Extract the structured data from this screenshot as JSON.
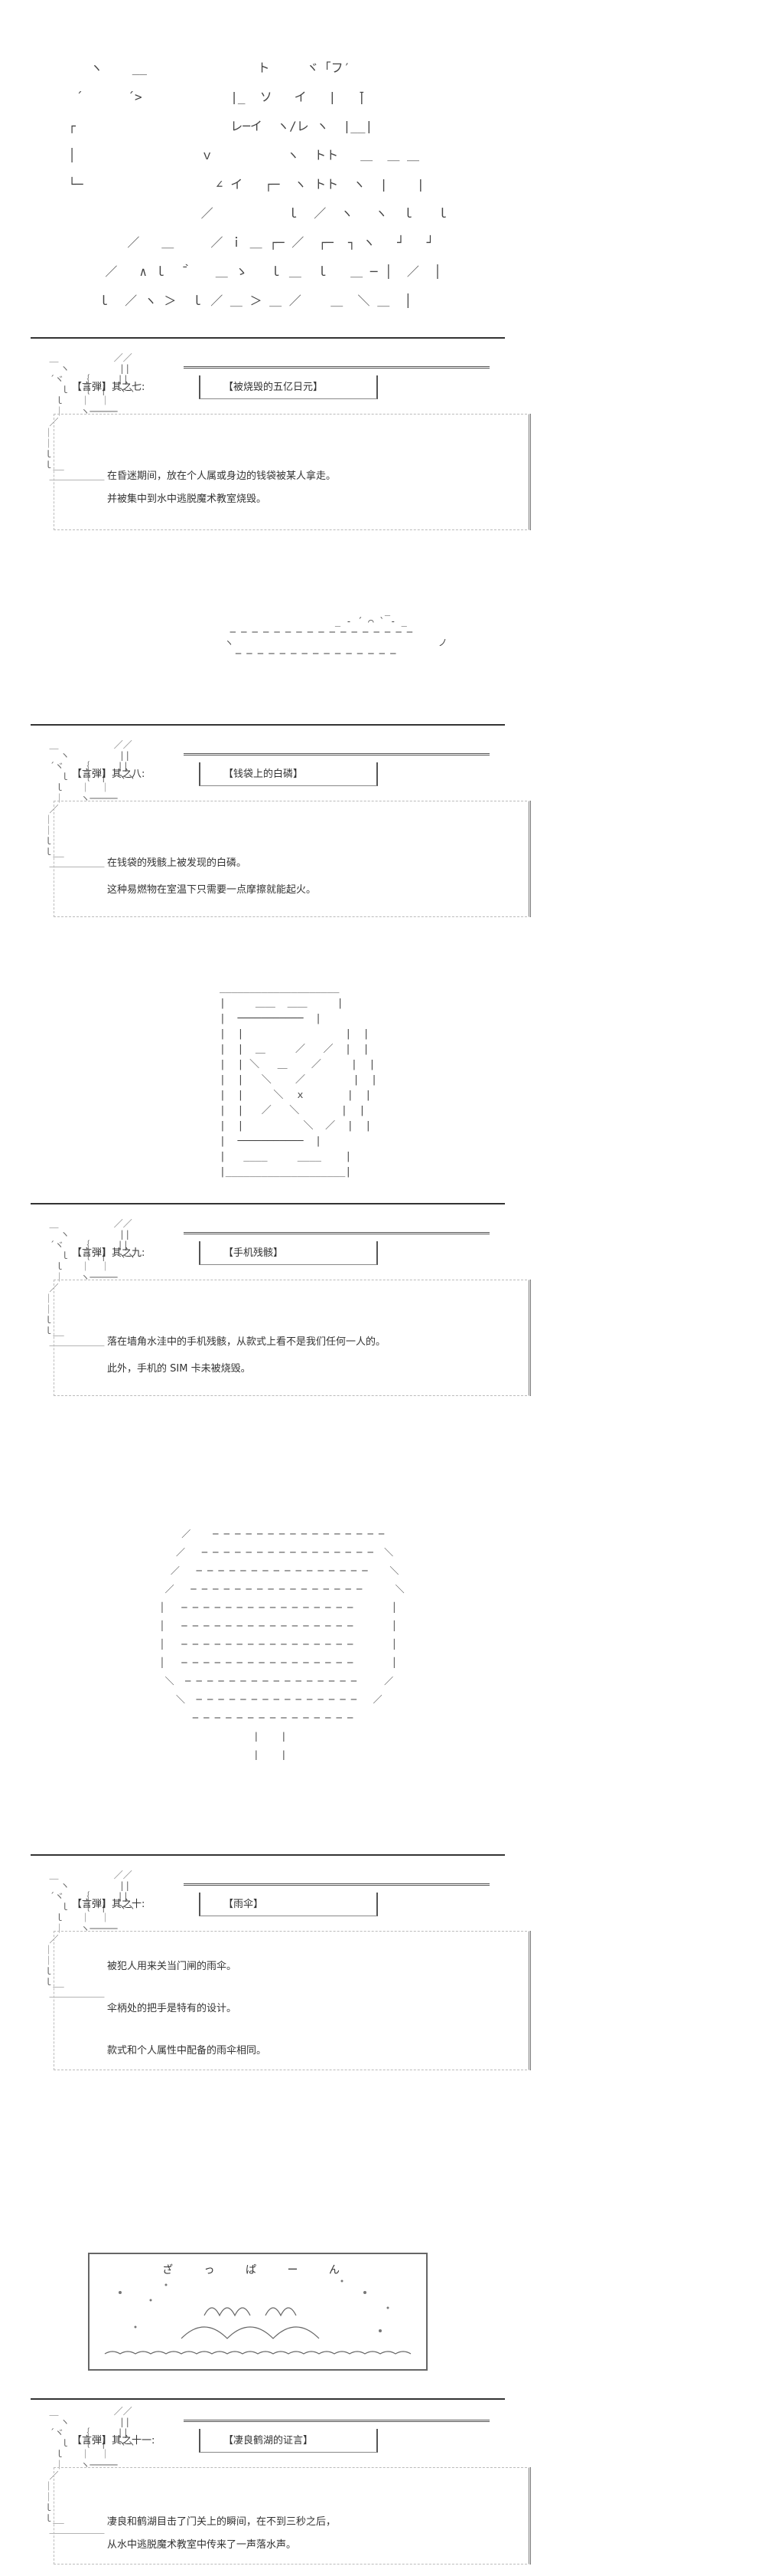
{
  "art": {
    "top": "     ヽ    __               ト     ヾ「フ′\n   ´      ´>            |_  ソ   イ   |   ̄|\n  ┌                     レ─イ  ヽ/レ ヽ  |__|\n  │                 ｖ          ヽ  トト   ＿  ＿ ＿\n  └─                  ∠ イ   ┌─  ヽ トト  ヽ  |    |\n                    ／          ｌ  ／  ヽ   ヽ  ｌ   ｌ\n          ／   ＿     ／ ｉ ＿ ┌─ ／  ┌─  ┐ ヽ   ┘   ┘\n       ／   ∧ ｌ  ̄｀   ＿ ゝ   ｌ ＿  ｌ   ＿ ─ │  ／  │\n      ｌ  ／ ヽ ＞  ｌ ／ ＿ ＞ ＿ ／    ＿  ＼ ＿  │",
    "hat": "                                                     _\n                                            _ - ´ ⌒ ` - _\n                         ─ ─ ─ ─ ─ ─ ─ ─ ─ ─ ─ ─ ─ ─ ─ ─ ─\n                        ヽ                                     ノ\n                          ─ ─ ─ ─ ─ ─ ─ ─ ─ ─ ─ ─ ─ ─ ─",
    "phone": "      ____________________\n      |     ＿＿  ＿＿     |\n      |  ───────────  |\n      |  |                 |  |\n      |  |  ＿     ／   ／  |  |\n      |  | ＼   ＿    ／     |  |\n      |  |   ＼    ／        |  |\n      |  |     ＼  ｘ       |  |\n      |  |   ／   ＼       |  |\n      |  |          ＼  ／  |  |\n      |  ───────────  |\n      |   ____     ____    |\n      |____________________|",
    "umbrella": "                   ／    ─ ─ ─ ─ ─ ─ ─ ─ ─ ─ ─ ─ ─ ─ ─ ─\n                  ／   ─ ─ ─ ─ ─ ─ ─ ─ ─ ─ ─ ─ ─ ─ ─ ─  ＼\n                 ／   ─ ─ ─ ─ ─ ─ ─ ─ ─ ─ ─ ─ ─ ─ ─ ─    ＼\n                ／   ─ ─ ─ ─ ─ ─ ─ ─ ─ ─ ─ ─ ─ ─ ─ ─      ＼\n               │   ─ ─ ─ ─ ─ ─ ─ ─ ─ ─ ─ ─ ─ ─ ─ ─       │\n               │   ─ ─ ─ ─ ─ ─ ─ ─ ─ ─ ─ ─ ─ ─ ─ ─       │\n               │   ─ ─ ─ ─ ─ ─ ─ ─ ─ ─ ─ ─ ─ ─ ─ ─       │\n               │   ─ ─ ─ ─ ─ ─ ─ ─ ─ ─ ─ ─ ─ ─ ─ ─       │\n                ＼  ─ ─ ─ ─ ─ ─ ─ ─ ─ ─ ─ ─ ─ ─ ─ ─     ／\n                  ＼  ─ ─ ─ ─ ─ ─ ─ ─ ─ ─ ─ ─ ─ ─ ─   ／\n                     ─ ─ ─ ─ ─ ─ ─ ─ ─ ─ ─ ─ ─ ─ ─\n                                |    |\n                                |    |",
    "frame_deco": "  ＿          ／／\n    ヽ         ||\n  ´ヾ   ｛     ||\n    ｌ  ｛  │  ヽヽ\n   ｌ   ｜  ｜\n   ｜   ヽ─────\n  ／\n ｜\n ｜\n ｌ\n ｌ__\n  ＿＿＿＿＿＿"
  },
  "panels": [
    {
      "tag": "【言弾】其之七:",
      "title": "【被烧毁的五亿日元】",
      "lines": [
        "在昏迷期间，放在个人属或身边的钱袋被某人拿走。",
        "并被集中到水中逃脱魔术教室烧毁。"
      ]
    },
    {
      "tag": "【言弾】其之八:",
      "title": "【钱袋上的白磷】",
      "lines": [
        "在钱袋的残骸上被发现的白磷。",
        "这种易燃物在室温下只需要一点摩擦就能起火。"
      ]
    },
    {
      "tag": "【言弾】其之九:",
      "title": "【手机残骸】",
      "lines": [
        "落在墙角水洼中的手机残骸，从款式上看不是我们任何一人的。",
        "此外，手机的 SIM 卡未被烧毁。"
      ]
    },
    {
      "tag": "【言弾】其之十:",
      "title": "【雨伞】",
      "lines": [
        "被犯人用来关当门闸的雨伞。",
        "伞柄处的把手是特有的设计。",
        "款式和个人属性中配备的雨伞相同。"
      ]
    },
    {
      "tag": "【言弾】其之十一:",
      "title": "【凄良鹤湖的证言】",
      "lines": [
        "凄良和鹤湖目击了门关上的瞬间，在不到三秒之后，",
        "从水中逃脱魔术教室中传来了一声落水声。"
      ]
    }
  ],
  "banner": {
    "text": "ざ っ ぱ ー ん"
  }
}
